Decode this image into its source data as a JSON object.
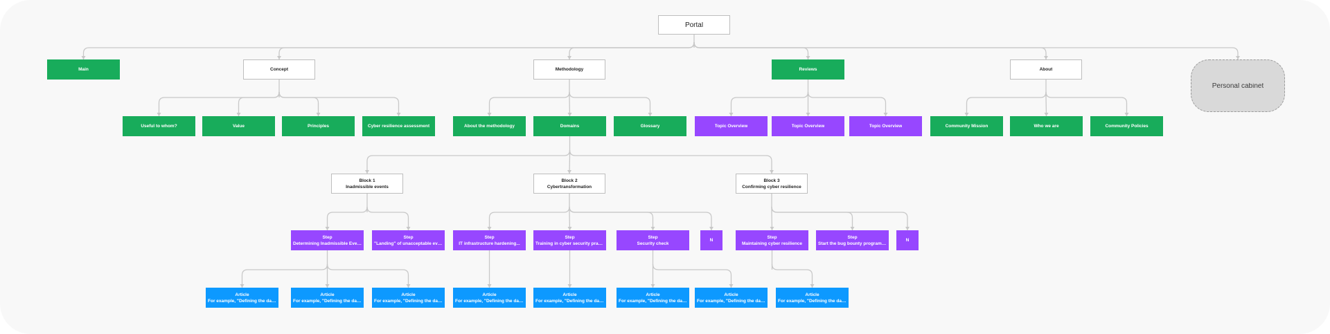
{
  "colors": {
    "board": "#f8f8f8",
    "edge": "#c8c8c8",
    "green": "#18ac5b",
    "purple": "#9747ff",
    "blue": "#0d99ff",
    "white": "#ffffff",
    "cabinet": "#d9d9d9"
  },
  "portal": "Portal",
  "level1": {
    "main": "Main",
    "concept": "Concept",
    "methodology": "Methodology",
    "reviews": "Reviews",
    "about": "About",
    "cabinet": "Personal cabinet"
  },
  "concept_children": [
    "Useful to whom?",
    "Value",
    "Principles",
    "Cyber resilience assessment"
  ],
  "methodology_children": [
    "About the methodology",
    "Domains",
    "Glossary"
  ],
  "reviews_children": [
    "Topic Overview",
    "Topic Overview",
    "Topic Overview"
  ],
  "about_children": [
    "Community Mission",
    "Who we are",
    "Community Policies"
  ],
  "blocks": [
    {
      "title": "Block 1",
      "subtitle": "Inadmissible events"
    },
    {
      "title": "Block 2",
      "subtitle": "Cybertransformation"
    },
    {
      "title": "Block 3",
      "subtitle": "Confirming cyber resilience"
    }
  ],
  "steps": [
    {
      "title": "Step",
      "subtitle": "Determining Inadmissible Events\""
    },
    {
      "title": "Step",
      "subtitle": "\"Landing\" of unacceptable events..."
    },
    {
      "title": "Step",
      "subtitle": "IT infrastructure hardening..."
    },
    {
      "title": "Step",
      "subtitle": "Training in cyber security practices"
    },
    {
      "title": "Step",
      "subtitle": "Security check"
    },
    {
      "title": "N",
      "subtitle": ""
    },
    {
      "title": "Step",
      "subtitle": "Maintaining cyber resilience"
    },
    {
      "title": "Step",
      "subtitle": "Start the bug bounty programme"
    },
    {
      "title": "N",
      "subtitle": ""
    }
  ],
  "article_title": "Article",
  "article_subtitle": "For example, \"Defining the damag..."
}
